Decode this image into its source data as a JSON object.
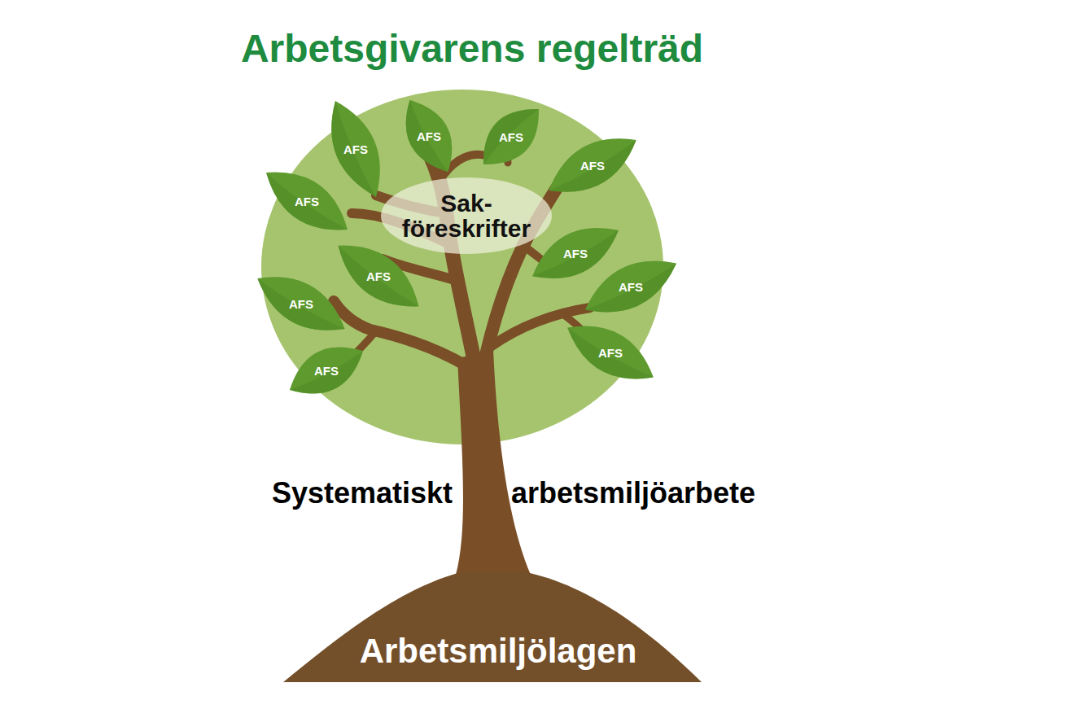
{
  "diagram": {
    "title": "Arbetsgivarens regelträd",
    "nodes": [
      {
        "text": [
          "AFS"
        ]
      },
      {
        "text": [
          "AFS"
        ]
      },
      {
        "text": [
          "AFS"
        ]
      },
      {
        "text": [
          "AFS"
        ]
      },
      {
        "text": [
          "AFS"
        ]
      },
      {
        "text": [
          "Sak- föreskrifter"
        ]
      },
      {
        "text": [
          "AFS"
        ]
      },
      {
        "text": [
          "AFS"
        ]
      },
      {
        "text": [
          "AFS"
        ]
      },
      {
        "text": [
          "AFS"
        ]
      },
      {
        "text": [
          "AFS"
        ]
      },
      {
        "text": [
          "AFS"
        ]
      },
      {
        "text": [
          "Arbetsmiljölagen"
        ]
      }
    ],
    "labels": [
      "Systematiskt",
      "arbetsmiljöarbete"
    ]
  }
}
